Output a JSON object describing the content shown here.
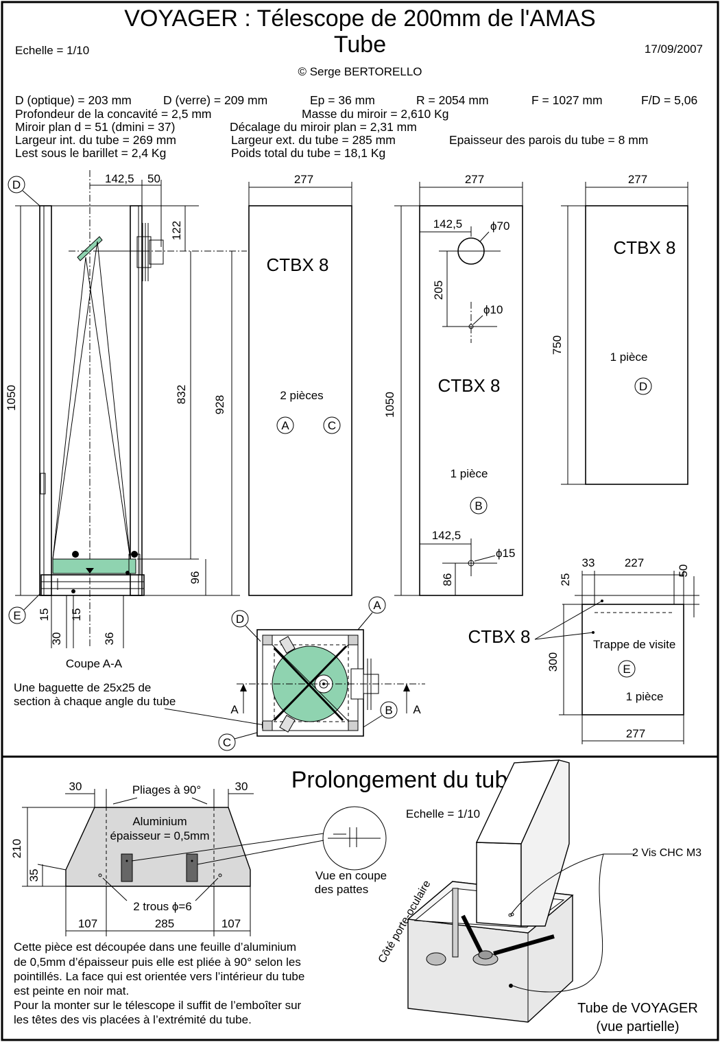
{
  "header": {
    "title": "VOYAGER : Télescope de 200mm de l'AMAS",
    "subtitle": "Tube",
    "scale": "Echelle = 1/10",
    "date": "17/09/2007",
    "author": "© Serge BERTORELLO"
  },
  "specs": {
    "d_optique": "D (optique) = 203 mm",
    "d_verre": "D (verre) = 209 mm",
    "ep": "Ep = 36 mm",
    "r": "R = 2054 mm",
    "f": "F = 1027 mm",
    "fd": "F/D = 5,06",
    "profondeur": "Profondeur de la concavité = 2,5 mm",
    "masse": "Masse du miroir = 2,610 Kg",
    "miroir_plan": "Miroir plan d = 51 (dmini = 37)",
    "decalage": "Décalage du miroir plan = 2,31 mm",
    "largeur_int": "Largeur int. du tube = 269 mm",
    "largeur_ext": "Largeur ext. du tube = 285 mm",
    "epaisseur": "Epaisseur des parois du tube = 8 mm",
    "lest": "Lest sous le barillet = 2,4 Kg",
    "poids": "Poids total du tube = 18,1 Kg"
  },
  "section_view": {
    "dim_142": "142,5",
    "dim_50": "50",
    "dim_122": "122",
    "dim_1050": "1050",
    "dim_832": "832",
    "dim_928": "928",
    "dim_96": "96",
    "dim_15a": "15",
    "dim_15b": "15",
    "dim_30": "30",
    "dim_36": "36",
    "label_d": "D",
    "label_e": "E",
    "caption": "Coupe A-A",
    "note_line1": "Une baguette de 25x25 de",
    "note_line2": "section à chaque angle du tube"
  },
  "panel_ac": {
    "width": "277",
    "material": "CTBX 8",
    "count": "2 pièces",
    "label_a": "A",
    "label_c": "C"
  },
  "panel_b": {
    "width": "277",
    "dim_142_top": "142,5",
    "phi70": "ϕ70",
    "dim_205": "205",
    "phi10": "ϕ10",
    "dim_1050": "1050",
    "material": "CTBX 8",
    "count": "1 pièce",
    "label_b": "B",
    "dim_142_bottom": "142,5",
    "phi15": "ϕ15",
    "dim_86": "86"
  },
  "panel_d": {
    "width": "277",
    "dim_750": "750",
    "material": "CTBX 8",
    "count": "1 pièce",
    "label_d": "D"
  },
  "top_view": {
    "label_a": "A",
    "label_b": "B",
    "label_c": "C",
    "label_d": "D",
    "cut_a_left": "A",
    "cut_a_right": "A"
  },
  "panel_e": {
    "dim_33": "33",
    "dim_227": "227",
    "dim_25": "25",
    "dim_50": "50",
    "dim_300": "300",
    "dim_277": "277",
    "material": "CTBX 8",
    "trappe": "Trappe de visite",
    "label_e": "E",
    "count": "1 pièce"
  },
  "extension": {
    "title": "Prolongement du tube",
    "scale": "Echelle = 1/10",
    "dim_30_left": "30",
    "dim_30_right": "30",
    "pliages": "Pliages à 90°",
    "material_line1": "Aluminium",
    "material_line2": "épaisseur = 0,5mm",
    "dim_210": "210",
    "dim_35": "35",
    "trous": "2 trous ϕ=6",
    "dim_107_left": "107",
    "dim_285": "285",
    "dim_107_right": "107",
    "vue_line1": "Vue en coupe",
    "vue_line2": "des pattes",
    "cote": "Côté porte-oculaire",
    "vis": "2 Vis CHC M3",
    "tube_line1": "Tube de VOYAGER",
    "tube_line2": "(vue partielle)",
    "desc_lines": [
      "Cette pièce est découpée dans une feuille d’aluminium",
      "de 0,5mm d’épaisseur puis elle est pliée à 90° selon les",
      "pointillés. La face qui est orientée vers l’intérieur du tube",
      "est peinte en noir mat.",
      "Pour la monter sur le télescope il suffit de l’emboîter sur",
      "les têtes des vis placées à l’extrémité du tube."
    ]
  },
  "colors": {
    "mirror_green": "#8fd3b0",
    "plate_gray": "#d9d9d9",
    "shadow_gray": "#bdbdbd"
  }
}
